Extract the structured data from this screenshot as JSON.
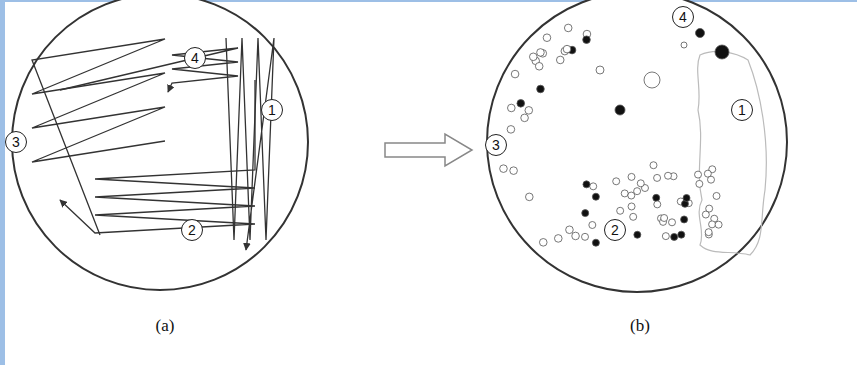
{
  "diagram": {
    "nodes": [
      {
        "text": [
          "1"
        ]
      },
      {
        "text": [
          "2"
        ]
      },
      {
        "text": [
          "3"
        ]
      },
      {
        "text": [
          "4"
        ]
      },
      {
        "text": [
          "1"
        ]
      },
      {
        "text": [
          "2"
        ]
      },
      {
        "text": [
          "3"
        ]
      },
      {
        "text": [
          "4"
        ]
      }
    ],
    "labels": [
      "(a)",
      "(b)"
    ]
  }
}
